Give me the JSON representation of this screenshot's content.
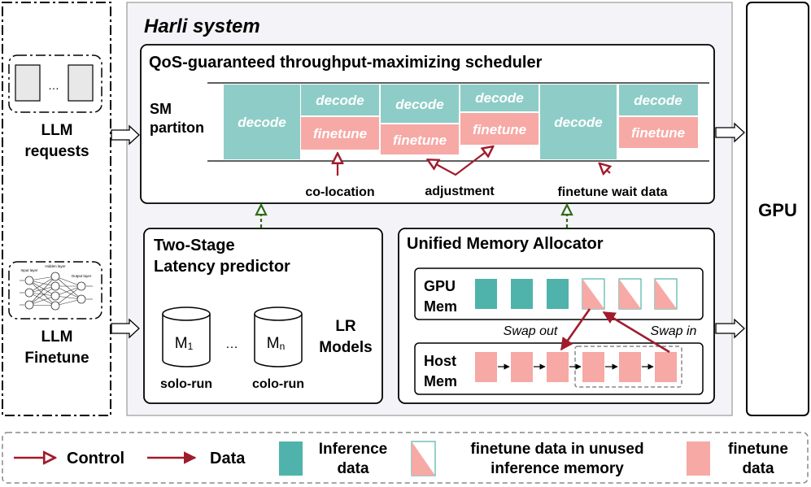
{
  "inputs": {
    "requests_label_1": "LLM",
    "requests_label_2": "requests",
    "ellipsis": "…",
    "finetune_label_1": "LLM",
    "finetune_label_2": "Finetune",
    "nn_layers": [
      "Input layer",
      "Hidden layer",
      "Output layer"
    ]
  },
  "harli": {
    "title": "Harli system"
  },
  "scheduler": {
    "title": "QoS-guaranteed throughput-maximizing scheduler",
    "sm_label_1": "SM",
    "sm_label_2": "partiton",
    "blocks": {
      "decode": "decode",
      "finetune": "finetune"
    },
    "annotations": {
      "colocation": "co-location",
      "adjustment": "adjustment",
      "wait": "finetune wait data"
    }
  },
  "predictor": {
    "title_1": "Two-Stage",
    "title_2": "Latency predictor",
    "model_1_main": "M",
    "model_1_sub": "1",
    "model_ellipsis": "…",
    "model_n_main": "M",
    "model_n_sub": "n",
    "label_1": "solo-run",
    "label_2": "colo-run",
    "lr_1": "LR",
    "lr_2": "Models"
  },
  "allocator": {
    "title": "Unified Memory Allocator",
    "gpu_mem_1": "GPU",
    "gpu_mem_2": "Mem",
    "host_mem_1": "Host",
    "host_mem_2": "Mem",
    "swap_out": "Swap out",
    "swap_in": "Swap in"
  },
  "gpu": {
    "label": "GPU"
  },
  "legend": {
    "control": "Control",
    "data": "Data",
    "inference_1": "Inference",
    "inference_2": "data",
    "mixed_1": "finetune data in unused",
    "mixed_2": "inference memory",
    "finetune_1": "finetune",
    "finetune_2": "data"
  },
  "colors": {
    "inference": "#8ecdc7",
    "finetune": "#f6a9a5",
    "control": "#a01c2c",
    "feedback": "#2e6b1a",
    "panel": "#f4f3f7"
  }
}
